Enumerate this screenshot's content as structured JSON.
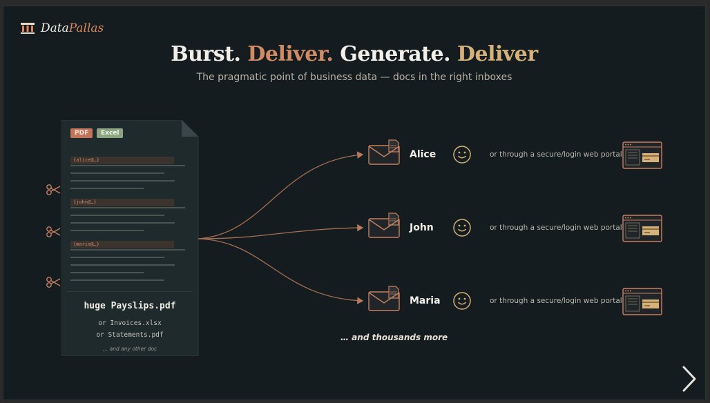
{
  "logo": {
    "name_part1": "Data",
    "name_part2": "Pallas"
  },
  "headline": {
    "word1": "Burst.",
    "word2": "Deliver.",
    "word3": "Generate.",
    "word4": "Deliver"
  },
  "subtitle": "The pragmatic point of business data — docs in the right inboxes",
  "document": {
    "tags": [
      "PDF",
      "Excel"
    ],
    "emails": [
      "{alice@…}",
      "{john@…}",
      "{maria@…}"
    ],
    "main_name": "huge Payslips.pdf",
    "alt_names": [
      "or Invoices.xlsx",
      "or Statements.pdf"
    ],
    "other": "… and any other doc"
  },
  "recipients": [
    {
      "name": "Alice",
      "portal_text": "or through a secure/login web portal"
    },
    {
      "name": "John",
      "portal_text": "or through a secure/login web portal"
    },
    {
      "name": "Maria",
      "portal_text": "or through a secure/login web portal"
    }
  ],
  "more_text": "… and thousands more",
  "colors": {
    "background": "#141c1f",
    "accent_copper": "#d28a63",
    "accent_gold": "#d6b27a",
    "text_light": "#f3efe8"
  },
  "icons": [
    "bank-icon",
    "scissors-icon",
    "envelope-icon",
    "smiley-icon",
    "web-portal-icon",
    "chevron-right-icon"
  ]
}
